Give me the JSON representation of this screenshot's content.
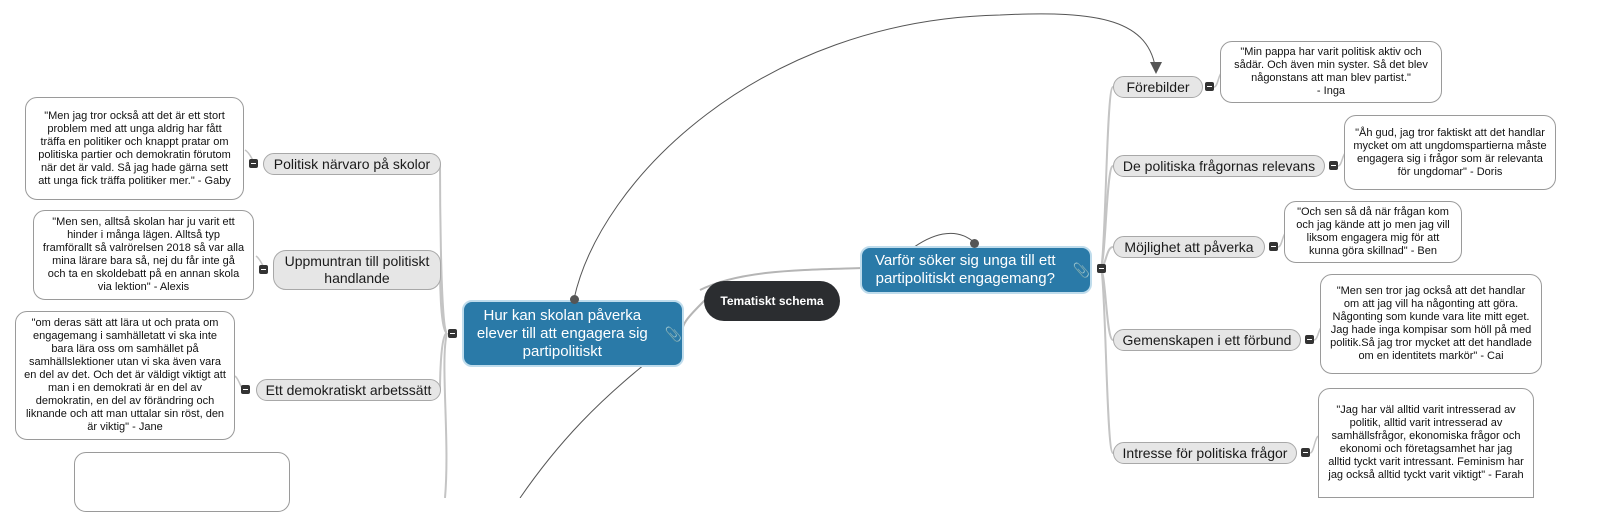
{
  "central": {
    "label": "Tematiskt schema"
  },
  "main_nodes": [
    {
      "id": "right",
      "label": "Varför söker sig unga till ett partipolitiskt engagemang?",
      "attachment_icon": "paperclip-icon"
    },
    {
      "id": "left",
      "label": "Hur kan skolan påverka elever till att engagera sig partipolitiskt",
      "attachment_icon": "paperclip-icon"
    }
  ],
  "right_topics": [
    {
      "label": "Förebilder",
      "note": "\"Min pappa har varit politisk aktiv och sådär. Och även min syster. Så det blev någonstans att man blev partist.\"\n - Inga"
    },
    {
      "label": "De politiska frågornas relevans",
      "note": "\"Åh gud, jag tror faktiskt att det handlar mycket om att ungdomspartierna måste engagera sig i frågor som är relevanta för ungdomar\" - Doris"
    },
    {
      "label": "Möjlighet att påverka",
      "note": "\"Och sen så då när frågan kom och jag kände att jo men jag vill liksom engagera mig för att kunna göra skillnad\" - Ben"
    },
    {
      "label": "Gemenskapen i ett förbund",
      "note": "\"Men sen tror jag också att det handlar om att jag vill ha någonting att göra. Någonting som kunde vara lite mitt eget. Jag hade inga kompisar som höll på med politik.Så jag tror mycket att det handlade om en identitets markör\" - Cai"
    },
    {
      "label": "Intresse för politiska frågor",
      "note": "\"Jag har väl alltid varit intresserad av politik, alltid varit intresserad av samhällsfrågor, ekonomiska frågor och ekonomi och företagsamhet har jag alltid tyckt varit intressant. Feminism har jag också alltid tyckt varit viktigt\" - Farah"
    }
  ],
  "left_topics": [
    {
      "label": "Politisk närvaro på skolor",
      "note": "\"Men jag tror också att det är ett stort problem med att unga aldrig har fått träffa en politiker och knappt pratar om politiska partier och demokratin förutom när det är vald. Så jag hade gärna sett att unga fick träffa politiker mer.\" - Gaby"
    },
    {
      "label": "Uppmuntran till politiskt handlande",
      "note": "\"Men sen, alltså skolan har ju varit ett hinder i många lägen. Alltså typ framförallt så valrörelsen 2018 så var alla mina lärare bara så, nej du får inte gå och ta en skoldebatt på en annan skola via lektion\" - Alexis"
    },
    {
      "label": "Ett demokratiskt arbetssätt",
      "note": "\"om deras sätt att lära ut och prata om engagemang i samhälletatt vi ska inte bara lära oss om samhället på samhällslektioner utan vi ska även vara en del av det. Och det är väldigt viktigt att man i en demokrati är en del av demokratin, en del av förändring och liknande och att man uttalar sin röst, den är viktig\" - Jane"
    }
  ],
  "colors": {
    "central": "#2b2d30",
    "main": "#2a7aa8",
    "topic": "#e6e6e6",
    "line": "#b5b5b5",
    "relation": "#555555"
  }
}
